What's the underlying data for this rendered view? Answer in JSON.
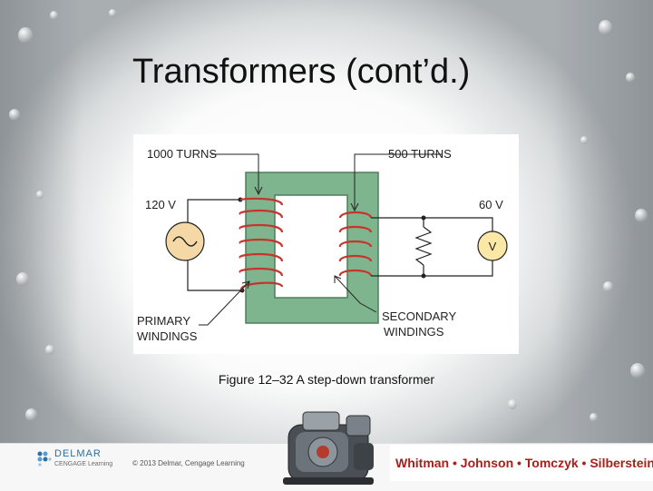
{
  "slide": {
    "title": "Transformers (cont’d.)",
    "caption_bold": "Figure 12–32",
    "caption_text": " A step-down transformer"
  },
  "diagram": {
    "primary_turns": "1000 TURNS",
    "secondary_turns": "500 TURNS",
    "input_voltage": "120 V",
    "output_voltage": "60 V",
    "meter_symbol": "V",
    "primary_label_1": "PRIMARY",
    "primary_label_2": "WINDINGS",
    "secondary_label_1": "SECONDARY",
    "secondary_label_2": "WINDINGS",
    "colors": {
      "core": "#7fb58e",
      "wire": "#c8332c",
      "meter": "#fbe7a6",
      "source": "#f4d9a6"
    }
  },
  "footer": {
    "publisher": "DELMAR",
    "publisher_sub": "CENGAGE Learning",
    "copyright": "© 2013 Delmar, Cengage Learning",
    "authors": "Whitman • Johnson • Tomczyk • Silberstein"
  }
}
